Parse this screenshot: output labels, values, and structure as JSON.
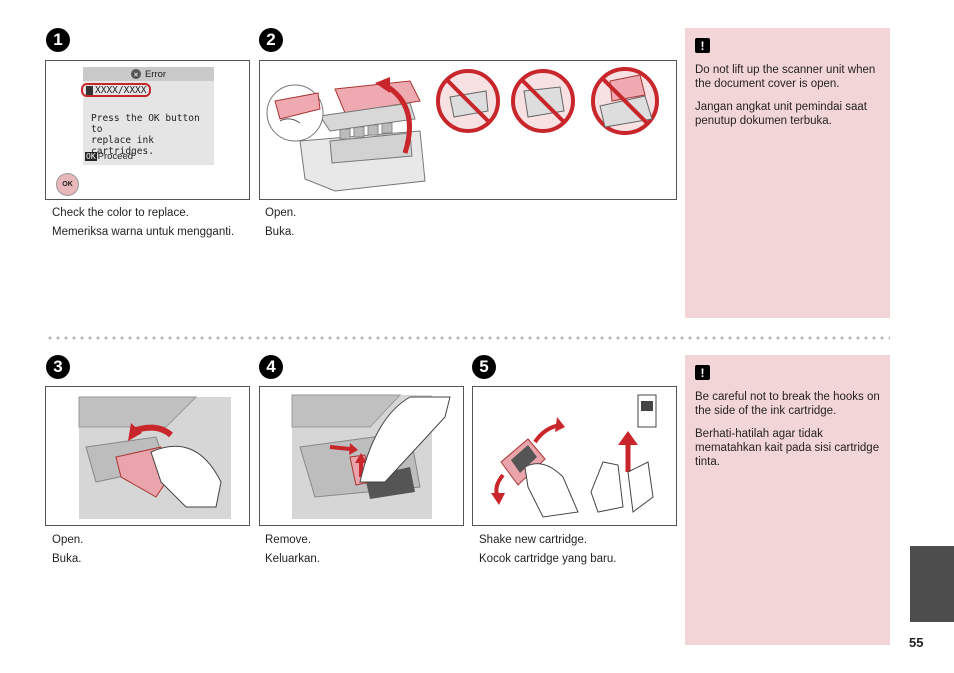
{
  "steps": [
    {
      "number": "1",
      "caption_en": "Check the color to replace.",
      "caption_id": "Memeriksa warna untuk mengganti."
    },
    {
      "number": "2",
      "caption_en": "Open.",
      "caption_id": "Buka."
    },
    {
      "number": "3",
      "caption_en": "Open.",
      "caption_id": "Buka."
    },
    {
      "number": "4",
      "caption_en": "Remove.",
      "caption_id": "Keluarkan."
    },
    {
      "number": "5",
      "caption_en": "Shake new cartridge.",
      "caption_id": "Kocok cartridge yang baru."
    }
  ],
  "lcd": {
    "title": "Error",
    "code": "XXXX/XXXX",
    "message_line1": "Press the OK button to",
    "message_line2": "replace ink cartridges.",
    "ok_key": "OK",
    "proceed": "Proceed",
    "ok_button": "OK"
  },
  "notes": [
    {
      "icon": "!",
      "en": "Do not lift up the scanner unit when the document cover is open.",
      "id": "Jangan angkat unit pemindai saat penutup dokumen terbuka."
    },
    {
      "icon": "!",
      "en": "Be careful not to break the hooks on the side of the ink cartridge.",
      "id": "Berhati-hatilah agar tidak mematahkan kait pada sisi cartridge tinta."
    }
  ],
  "page_number": "55",
  "colors": {
    "note_bg": "#f2d6d7",
    "accent_red": "#c8262b",
    "tab": "#4d4d4d"
  }
}
